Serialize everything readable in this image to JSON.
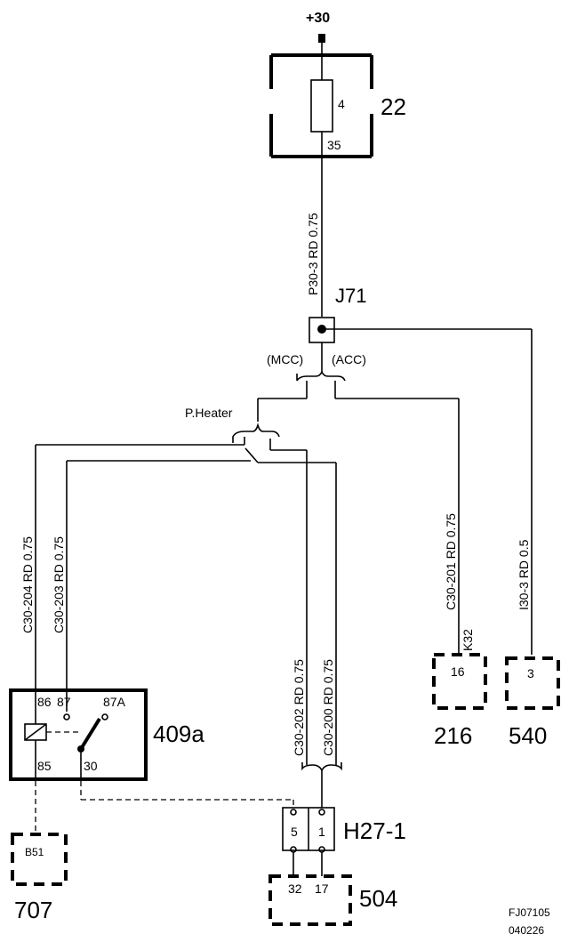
{
  "supply": "+30",
  "fuse_box": {
    "id": "22",
    "fuse": "4",
    "pin": "35"
  },
  "wires": {
    "p30_3": "P30-3  RD  0.75",
    "c30_204": "C30-204  RD  0.75",
    "c30_203": "C30-203  RD  0.75",
    "c30_202": "C30-202  RD  0.75",
    "c30_200": "C30-200  RD  0.75",
    "c30_201": "C30-201  RD  0.75",
    "i30_3": "I30-3  RD  0.5"
  },
  "splice": {
    "id": "J71",
    "mcc": "(MCC)",
    "acc": "(ACC)"
  },
  "option_label": "P.Heater",
  "relay": {
    "id": "409a",
    "pin86": "86",
    "pin87": "87",
    "pin87a": "87A",
    "pin85": "85",
    "pin30": "30"
  },
  "connector_h27": {
    "id": "H27-1",
    "pin5": "5",
    "pin1": "1"
  },
  "comp_216": {
    "id": "216",
    "pin": "16",
    "ref": "K32"
  },
  "comp_540": {
    "id": "540",
    "pin": "3"
  },
  "comp_707": {
    "id": "707",
    "pin": "B51"
  },
  "comp_504": {
    "id": "504",
    "pin32": "32",
    "pin17": "17"
  },
  "footer": {
    "code": "FJ07105",
    "date": "040226"
  }
}
